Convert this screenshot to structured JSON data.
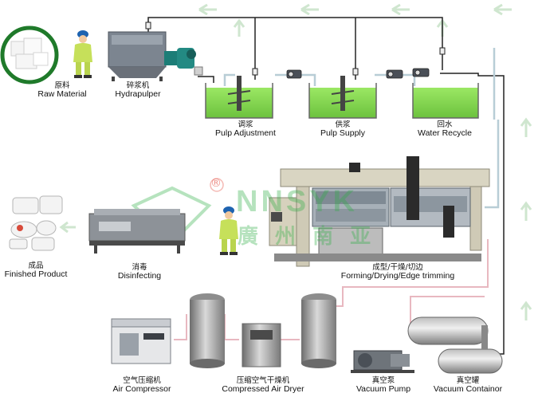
{
  "stations": {
    "raw_material": {
      "cn": "原料",
      "en": "Raw Material"
    },
    "hydrapulper": {
      "cn": "碎浆机",
      "en": "Hydrapulper"
    },
    "pulp_adjustment": {
      "cn": "调浆",
      "en": "Pulp Adjustment"
    },
    "pulp_supply": {
      "cn": "供浆",
      "en": "Pulp Supply"
    },
    "water_recycle": {
      "cn": "回水",
      "en": "Water Recycle"
    },
    "forming": {
      "cn": "成型/干燥/切边",
      "en": "Forming/Drying/Edge trimming"
    },
    "disinfecting": {
      "cn": "消毒",
      "en": "Disinfecting"
    },
    "finished_product": {
      "cn": "成品",
      "en": "Finished Product"
    },
    "air_compressor": {
      "cn": "空气压缩机",
      "en": "Air Compressor"
    },
    "air_dryer": {
      "cn": "压缩空气干燥机",
      "en": "Compressed Air Dryer"
    },
    "vacuum_pump": {
      "cn": "真空泵",
      "en": "Vacuum Pump"
    },
    "vacuum_container": {
      "cn": "真空罐",
      "en": "Vacuum Containor"
    }
  },
  "watermark": {
    "en": "NNSYK",
    "cn": "廣 州 南 亚",
    "mark": "®"
  },
  "colors": {
    "water": "#8fdc5a",
    "pipe": "#222222",
    "air_pipe": "#e8b8c0",
    "flow_arrow": "#cfe6cf",
    "machine_frame": "#d9d5c2",
    "tank_grey": "#9a9a9a"
  }
}
